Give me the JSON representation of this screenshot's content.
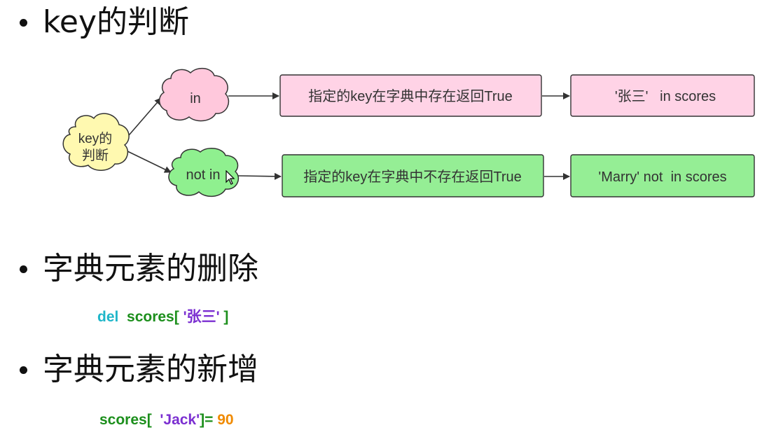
{
  "headings": {
    "key_check": "key的判断",
    "delete": "字典元素的删除",
    "add": "字典元素的新增"
  },
  "diagram": {
    "root": {
      "line1": "key的",
      "line2": "判断"
    },
    "in_node": "in",
    "not_in_node": "not in",
    "in_result": "指定的key在字典中存在返回True",
    "in_example": "'张三'   in scores",
    "not_in_result": "指定的key在字典中不存在返回True",
    "not_in_example": "'Marry' not  in scores",
    "colors": {
      "root_fill": "#fff9b0",
      "in_fill": "#ffc8dc",
      "not_in_fill": "#8ff08f",
      "in_box": "#ffd3e6",
      "not_in_box": "#95ee95"
    }
  },
  "code": {
    "delete": {
      "kw": "del",
      "var": "scores[",
      "str": "'张三'",
      "end": "]"
    },
    "add": {
      "var": "scores[",
      "str": "'Jack'",
      "end": "]=",
      "num": "90"
    }
  },
  "icons": [
    "mouse-cursor-icon",
    "bullet-icon"
  ]
}
